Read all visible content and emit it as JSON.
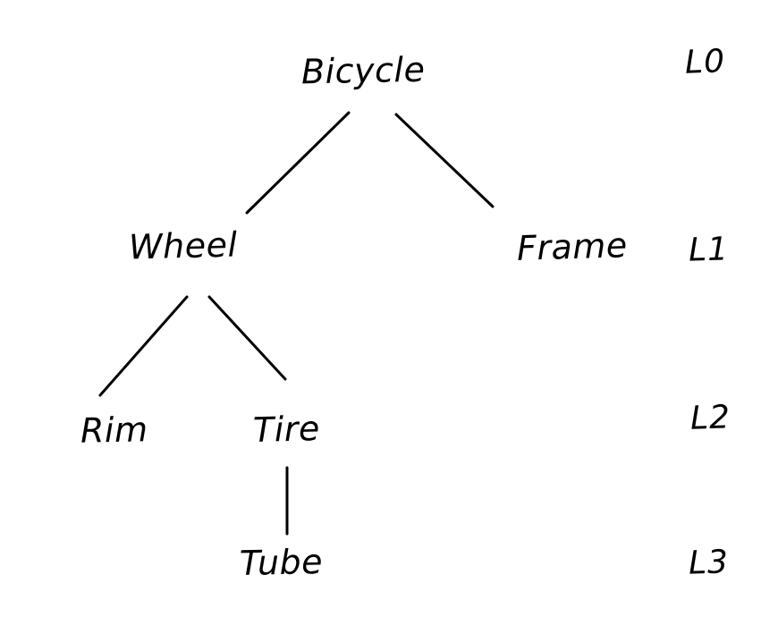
{
  "diagram": {
    "type": "hierarchy-tree",
    "title": "Bicycle",
    "stroke_color": "#000000",
    "background_color": "#ffffff",
    "nodes": [
      {
        "id": "bicycle",
        "label": "Bicycle",
        "level": "L0"
      },
      {
        "id": "wheel",
        "label": "Wheel",
        "level": "L1"
      },
      {
        "id": "frame",
        "label": "Frame",
        "level": "L1"
      },
      {
        "id": "rim",
        "label": "Rim",
        "level": "L2"
      },
      {
        "id": "tire",
        "label": "Tire",
        "level": "L2"
      },
      {
        "id": "tube",
        "label": "Tube",
        "level": "L3"
      }
    ],
    "edges": [
      {
        "from": "bicycle",
        "to": "wheel"
      },
      {
        "from": "bicycle",
        "to": "frame"
      },
      {
        "from": "wheel",
        "to": "rim"
      },
      {
        "from": "wheel",
        "to": "tire"
      },
      {
        "from": "tire",
        "to": "tube"
      }
    ],
    "levels": [
      {
        "id": "l0",
        "label": "L0"
      },
      {
        "id": "l1",
        "label": "L1"
      },
      {
        "id": "l2",
        "label": "L2"
      },
      {
        "id": "l3",
        "label": "L3"
      }
    ]
  }
}
